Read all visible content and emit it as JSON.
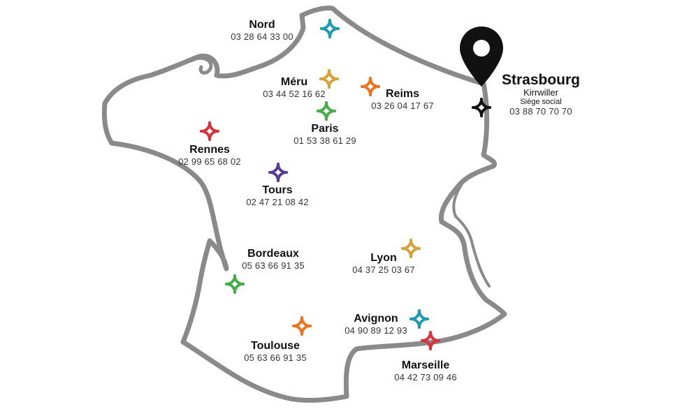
{
  "headquarters": {
    "city": "Strasbourg",
    "subtitle": "Kirrwiller",
    "caption": "Siège social",
    "phone": "03 88 70 70 70",
    "color": "#111111"
  },
  "agencies": [
    {
      "id": "nord",
      "city": "Nord",
      "phone": "03 28 64 33 00",
      "color": "#1f9bb0"
    },
    {
      "id": "meru",
      "city": "Méru",
      "phone": "03 44 52 16 62",
      "color": "#d8a23a"
    },
    {
      "id": "reims",
      "city": "Reims",
      "phone": "03 26 04 17 67",
      "color": "#ea7420"
    },
    {
      "id": "paris",
      "city": "Paris",
      "phone": "01 53 38 61 29",
      "color": "#46ad4a"
    },
    {
      "id": "rennes",
      "city": "Rennes",
      "phone": "02 99 65 68 02",
      "color": "#d6343a"
    },
    {
      "id": "tours",
      "city": "Tours",
      "phone": "02 47 21 08 42",
      "color": "#5a3c96"
    },
    {
      "id": "bordeaux",
      "city": "Bordeaux",
      "phone": "05 63 66 91 35",
      "color": "#46ad4a"
    },
    {
      "id": "lyon",
      "city": "Lyon",
      "phone": "04 37 25 03 67",
      "color": "#d8a23a"
    },
    {
      "id": "avignon",
      "city": "Avignon",
      "phone": "04 90 89 12 93",
      "color": "#1f9bb0"
    },
    {
      "id": "toulouse",
      "city": "Toulouse",
      "phone": "05 63 66 91 35",
      "color": "#ea7420"
    },
    {
      "id": "marseille",
      "city": "Marseille",
      "phone": "04 42 73 09 46",
      "color": "#d6343a"
    }
  ],
  "map": {
    "outline_color": "#8a8a8a",
    "pin_color": "#111111"
  }
}
